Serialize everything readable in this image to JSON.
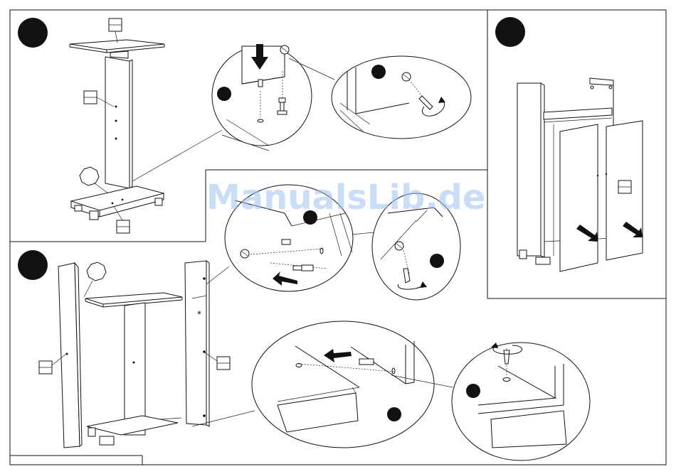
{
  "watermark": {
    "text": "ManualsLib.de"
  },
  "colors": {
    "ink": "#111111",
    "paper": "#ffffff",
    "watermark": "#9ec3f0"
  },
  "panels": [
    {
      "name": "step-top-left",
      "badge": "black-circle-badge"
    },
    {
      "name": "step-top-right",
      "badge": "black-circle-badge"
    },
    {
      "name": "step-bottom-left",
      "badge": "black-circle-badge"
    }
  ],
  "icons": [
    "arrow-icon",
    "screwdriver-icon",
    "rotation-icon",
    "cam-lock-icon",
    "dowel-icon",
    "stop-sign-icon",
    "part-label-icon"
  ]
}
